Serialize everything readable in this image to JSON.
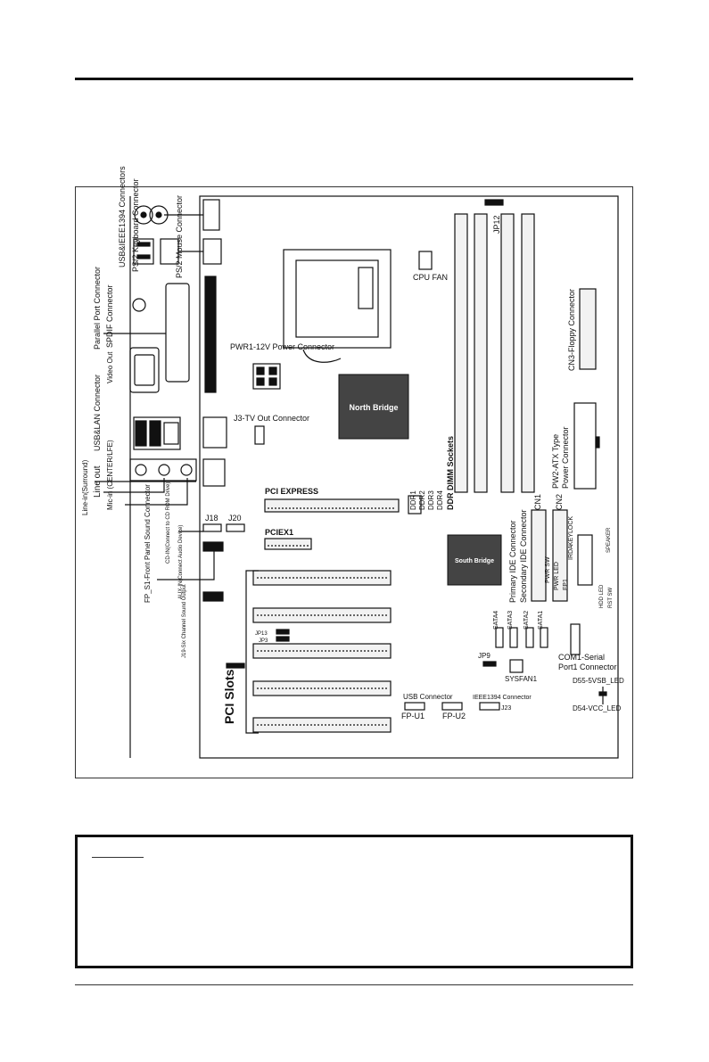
{
  "labels": {
    "ps2_keyboard": "PS/2 Keyboard Connector",
    "ps2_mouse": "PS/2 Mouse Connector",
    "usb_ieee1394": "USB&IEEE1394 Connectors",
    "spdif": "SPDIF Connector",
    "parallel_port": "Parallel Port Connector",
    "video_out": "Video Out",
    "usb_lan": "USB&LAN Connector",
    "line_in": "Line-in(Surround)",
    "line_out": "Line out",
    "mic_in": "Mic-in (CENTER/LFE)",
    "cd_in": "CD-IN(Connect to CD ROM Drive)",
    "aux_in": "AUX-IN(Connect Audio Device)",
    "fp_s1": "FP_S1-Front Panel Sound Connector",
    "j19": "J19-Six Channel Sound Output",
    "pci_slots": "PCI Slots",
    "jp12": "JP12",
    "cpu_fan": "CPU FAN",
    "pwr1": "PWR1-12V Power Connector",
    "j3": "J3-TV Out Connector",
    "north_bridge": "North Bridge",
    "south_bridge": "South Bridge",
    "pci_express": "PCI EXPRESS",
    "pciex1": "PCIEX1",
    "j18": "J18",
    "j20": "J20",
    "jp13": "JP13",
    "jp3": "JP3",
    "ddr1": "DDR1",
    "ddr2": "DDR2",
    "ddr3": "DDR3",
    "ddr4": "DDR4",
    "ddr_dimm": "DDR DIMM Sockets",
    "primary_ide": "Primary IDE Connector",
    "secondary_ide": "Secondary IDE Connector",
    "cn1": "CN1",
    "cn2": "CN2",
    "cn3": "CN3-Floppy Connector",
    "pw2_a": "PW2-ATX Type",
    "pw2_b": "Power Connector",
    "pwr_sw": "PWR SW",
    "pwr_led": "PWR LED",
    "fp1": "FP1",
    "irda": "IRDA",
    "keylock": "KEYLOCK",
    "hdd_led": "HDD LED",
    "rst_sw": "RST SW",
    "speaker": "SPEAKER",
    "sata1": "SATA1",
    "sata2": "SATA2",
    "sata3": "SATA3",
    "sata4": "SATA4",
    "jp9": "JP9",
    "sysfan1": "SYSFAN1",
    "com1_a": "COM1-Serial",
    "com1_b": "Port1 Connector",
    "d55": "D55-5VSB_LED",
    "d54": "D54-VCC_LED",
    "usb_connector": "USB Connector",
    "ieee1394_connector": "IEEE1394 Connector",
    "fp_u1": "FP-U1",
    "fp_u2": "FP-U2",
    "j23": "J23"
  },
  "colors": {
    "ink": "#111111",
    "chip_fill": "#444444",
    "slot_fill": "#f2f2f2"
  }
}
